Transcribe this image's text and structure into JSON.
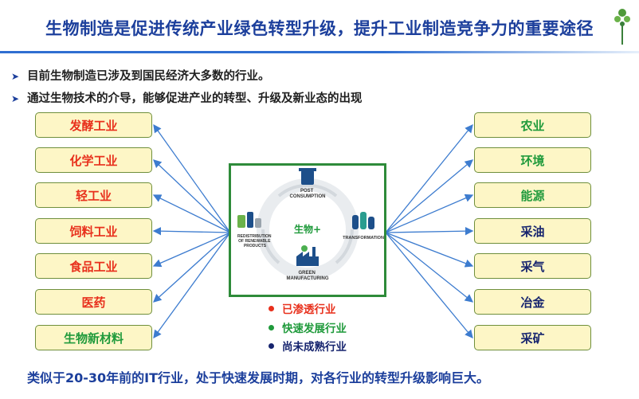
{
  "title": "生物制造是促进传统产业绿色转型升级，提升工业制造竞争力的重要途径",
  "bullets": [
    "目前生物制造已涉及到国民经济大多数的行业。",
    "通过生物技术的介导，能够促进产业的转型、升级及新业态的出现"
  ],
  "left_industries": [
    {
      "label": "发酵工业",
      "status": "penetrated"
    },
    {
      "label": "化学工业",
      "status": "penetrated"
    },
    {
      "label": "轻工业",
      "status": "penetrated"
    },
    {
      "label": "饲料工业",
      "status": "penetrated"
    },
    {
      "label": "食品工业",
      "status": "penetrated"
    },
    {
      "label": "医药",
      "status": "penetrated"
    },
    {
      "label": "生物新材料",
      "status": "growing"
    }
  ],
  "right_industries": [
    {
      "label": "农业",
      "status": "growing"
    },
    {
      "label": "环境",
      "status": "growing"
    },
    {
      "label": "能源",
      "status": "growing"
    },
    {
      "label": "采油",
      "status": "immature"
    },
    {
      "label": "采气",
      "status": "immature"
    },
    {
      "label": "冶金",
      "status": "immature"
    },
    {
      "label": "采矿",
      "status": "immature"
    }
  ],
  "cycle": {
    "center": "生物+",
    "top": "POST\nCONSUMPTION",
    "right": "TRANSFORMATION",
    "bottom": "GREEN\nMANUFACTURING",
    "left": "REDISTRIBUTION\nOF RENEWABLE\nPRODUCTS"
  },
  "legend": [
    {
      "label": "已渗透行业",
      "color": "#e8301c"
    },
    {
      "label": "快速发展行业",
      "color": "#1f9a3b"
    },
    {
      "label": "尚未成熟行业",
      "color": "#16246e"
    }
  ],
  "colors": {
    "penetrated": "#e8301c",
    "growing": "#1f9a3b",
    "immature": "#16246e",
    "connector": "#3d7ccf"
  },
  "footer": "类似于20-30年前的IT行业，处于快速发展时期，对各行业的转型升级影响巨大。"
}
